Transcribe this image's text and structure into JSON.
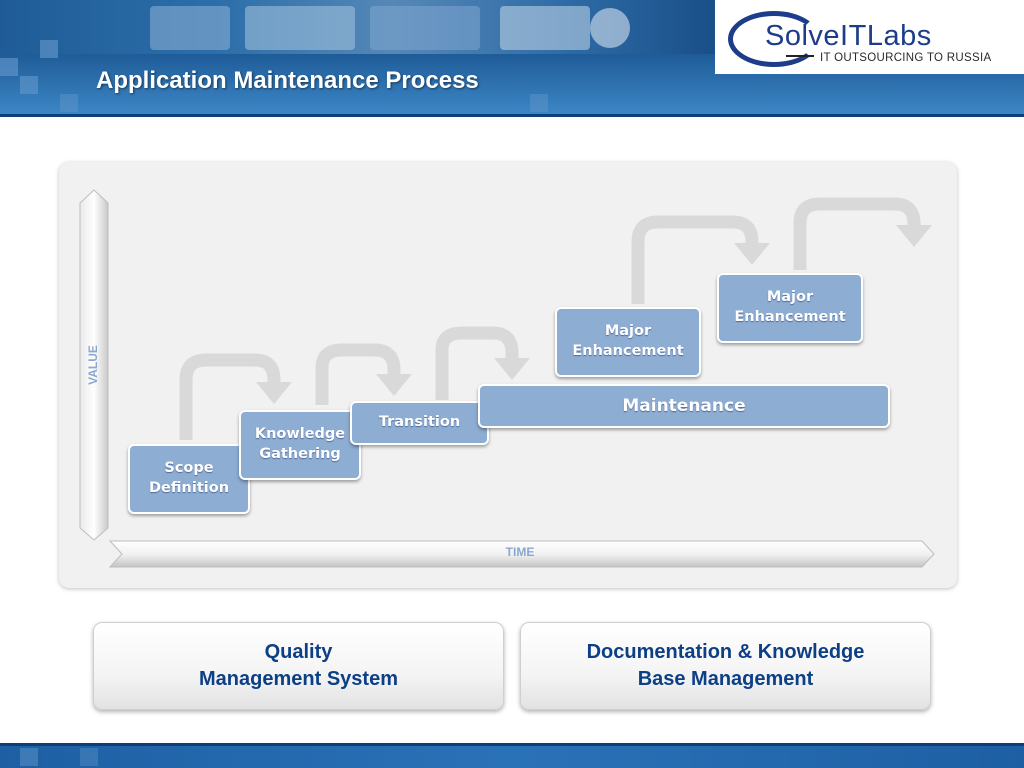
{
  "slide": {
    "title": "Application Maintenance Process",
    "logo": {
      "name": "SolveITLabs",
      "tagline": "IT OUTSOURCING TO RUSSIA"
    }
  },
  "diagram": {
    "axis_y": "VALUE",
    "axis_x": "TIME",
    "steps": [
      {
        "line1": "Scope",
        "line2": "Definition"
      },
      {
        "line1": "Knowledge",
        "line2": "Gathering"
      },
      {
        "line1": "Transition",
        "line2": ""
      },
      {
        "line1": "Maintenance",
        "line2": ""
      },
      {
        "line1": "Major",
        "line2": "Enhancement"
      },
      {
        "line1": "Major",
        "line2": "Enhancement"
      }
    ]
  },
  "cards": [
    {
      "line1": "Quality",
      "line2": "Management System"
    },
    {
      "line1": "Documentation & Knowledge",
      "line2": "Base Management"
    }
  ],
  "colors": {
    "brand_blue": "#1d5a96",
    "step_fill": "#8eadd3",
    "text_blue": "#0d3f86"
  }
}
